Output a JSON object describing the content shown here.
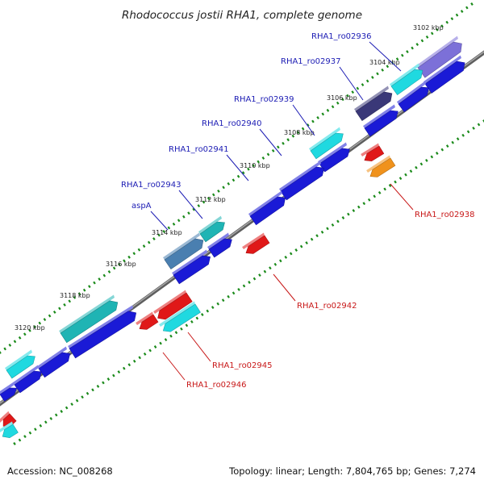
{
  "title": "Rhodococcus jostii RHA1, complete genome",
  "footer": {
    "accession": "Accession: NC_008268",
    "stats": "Topology: linear; Length: 7,804,765 bp; Genes: 7,274"
  },
  "tick_labels": [
    "3102 kbp",
    "3104 kbp",
    "3106 kbp",
    "3108 kbp",
    "3110 kbp",
    "3112 kbp",
    "3114 kbp",
    "3116 kbp",
    "3118 kbp",
    "3120 kbp"
  ],
  "colors": {
    "blue": "#1a1ad6",
    "cyan": "#1fd9e0",
    "teal": "#1fb4b4",
    "steel": "#4a7fb0",
    "navy": "#3a3878",
    "violet": "#7c70d8",
    "red": "#e01818",
    "orange": "#f0921c",
    "backbone": "#808080",
    "tick": "#1a8a1a",
    "label_blue": "#1c1cb4",
    "label_red": "#c81818"
  },
  "gene_labels": [
    {
      "text": "RHA1_ro02936",
      "color": "label_blue"
    },
    {
      "text": "RHA1_ro02937",
      "color": "label_blue"
    },
    {
      "text": "RHA1_ro02939",
      "color": "label_blue"
    },
    {
      "text": "RHA1_ro02940",
      "color": "label_blue"
    },
    {
      "text": "RHA1_ro02941",
      "color": "label_blue"
    },
    {
      "text": "RHA1_ro02943",
      "color": "label_blue"
    },
    {
      "text": "aspA",
      "color": "label_blue"
    },
    {
      "text": "RHA1_ro02938",
      "color": "label_red"
    },
    {
      "text": "RHA1_ro02942",
      "color": "label_red"
    },
    {
      "text": "RHA1_ro02945",
      "color": "label_red"
    },
    {
      "text": "RHA1_ro02946",
      "color": "label_red"
    }
  ]
}
